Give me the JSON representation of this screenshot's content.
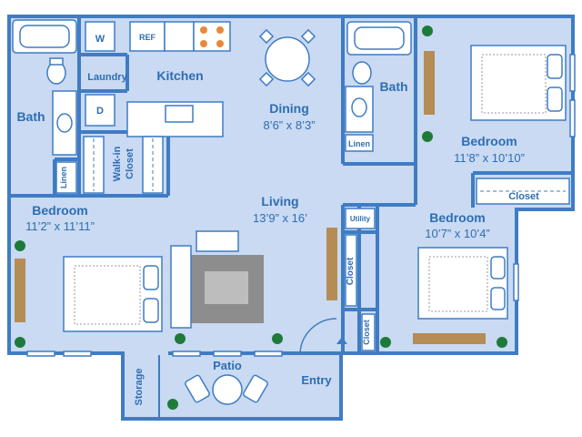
{
  "rooms": {
    "bath_left": "Bath",
    "laundry": "Laundry",
    "kitchen": "Kitchen",
    "dining": "Dining",
    "dining_dim": "8’6” x 8’3”",
    "bath_right": "Bath",
    "bedroom_tr": "Bedroom",
    "bedroom_tr_dim": "11’8” x 10’10”",
    "living": "Living",
    "living_dim": "13’9” x 16’",
    "bedroom_left": "Bedroom",
    "bedroom_left_dim": "11’2” x 11’11”",
    "bedroom_br": "Bedroom",
    "bedroom_br_dim": "10’7” x 10’4”",
    "patio": "Patio",
    "entry": "Entry",
    "storage": "Storage"
  },
  "fixtures": {
    "washer": "W",
    "dryer": "D",
    "fridge": "REF",
    "linen_left": "Linen",
    "linen_right": "Linen",
    "walkin_1": "Walk-in",
    "walkin_2": "Closet",
    "closet_tr": "Closet",
    "closet_mid": "Closet",
    "closet_br": "Closet",
    "utility": "Utility"
  },
  "colors": {
    "floor": "#c9daf2",
    "wall": "#3f7cc4",
    "text": "#2f6db3",
    "rug": "#8d8d8d",
    "plant": "#1f7a3a",
    "wood": "#b58c55"
  }
}
